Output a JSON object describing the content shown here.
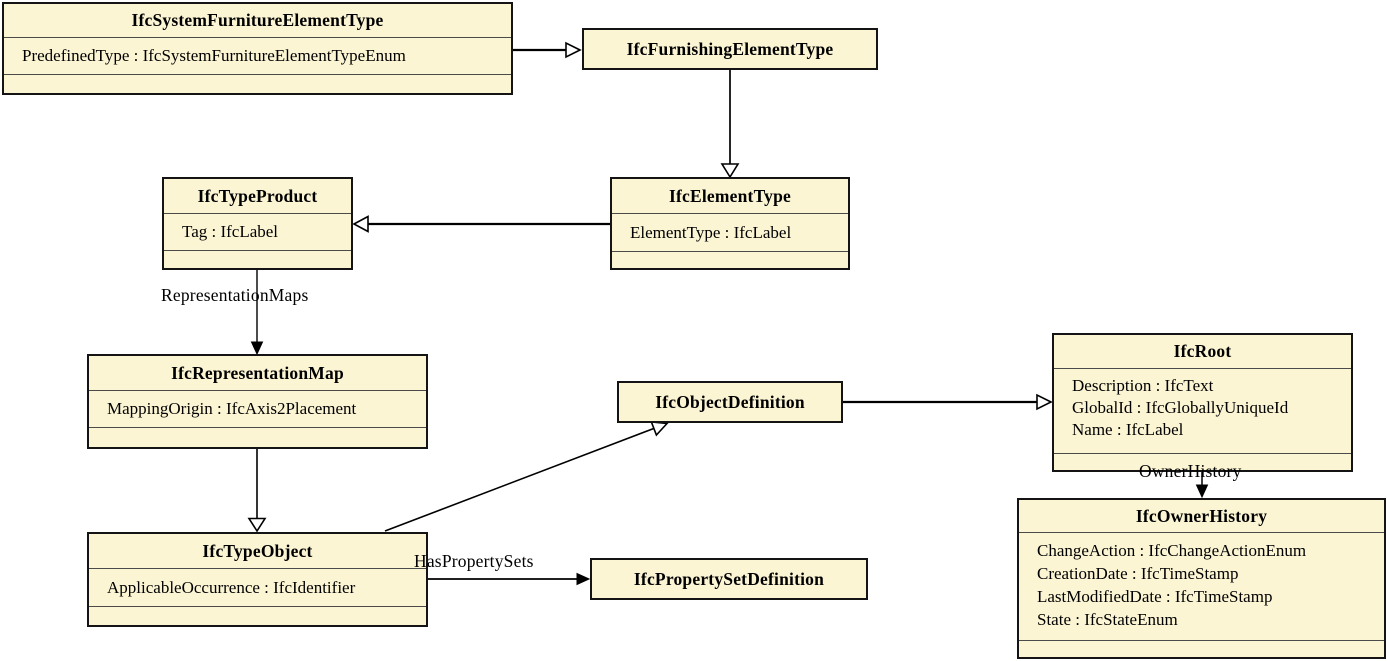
{
  "diagram": {
    "kind": "uml-class-diagram",
    "subject": "IFC furniture element type inheritance",
    "colors": {
      "box_fill": "#fbf5d4",
      "box_border": "#141414",
      "background": "#ffffff",
      "line": "#000000"
    },
    "classes": [
      {
        "name": "IfcSystemFurnitureElementType",
        "attributes": [
          "PredefinedType : IfcSystemFurnitureElementTypeEnum"
        ]
      },
      {
        "name": "IfcFurnishingElementType",
        "attributes": []
      },
      {
        "name": "IfcTypeProduct",
        "attributes": [
          "Tag : IfcLabel"
        ]
      },
      {
        "name": "IfcElementType",
        "attributes": [
          "ElementType : IfcLabel"
        ]
      },
      {
        "name": "IfcRepresentationMap",
        "attributes": [
          "MappingOrigin : IfcAxis2Placement"
        ]
      },
      {
        "name": "IfcObjectDefinition",
        "attributes": []
      },
      {
        "name": "IfcRoot",
        "attributes": [
          "Description : IfcText",
          "GlobalId : IfcGloballyUniqueId",
          "Name : IfcLabel"
        ]
      },
      {
        "name": "IfcTypeObject",
        "attributes": [
          "ApplicableOccurrence : IfcIdentifier"
        ]
      },
      {
        "name": "IfcPropertySetDefinition",
        "attributes": []
      },
      {
        "name": "IfcOwnerHistory",
        "attributes": [
          "ChangeAction : IfcChangeActionEnum",
          "CreationDate : IfcTimeStamp",
          "LastModifiedDate : IfcTimeStamp",
          "State : IfcStateEnum"
        ]
      }
    ],
    "edge_labels": [
      {
        "text": "RepresentationMaps"
      },
      {
        "text": "HasPropertySets"
      },
      {
        "text": "OwnerHistory"
      }
    ],
    "relationships": [
      {
        "from": "IfcSystemFurnitureElementType",
        "to": "IfcFurnishingElementType",
        "type": "generalization"
      },
      {
        "from": "IfcFurnishingElementType",
        "to": "IfcElementType",
        "type": "generalization"
      },
      {
        "from": "IfcElementType",
        "to": "IfcTypeProduct",
        "type": "generalization"
      },
      {
        "from": "IfcTypeProduct",
        "to": "IfcRepresentationMap",
        "type": "association",
        "label": "RepresentationMaps"
      },
      {
        "from": "IfcRepresentationMap",
        "to": "IfcTypeObject",
        "type": "generalization"
      },
      {
        "from": "IfcTypeObject",
        "to": "IfcObjectDefinition",
        "type": "generalization"
      },
      {
        "from": "IfcObjectDefinition",
        "to": "IfcRoot",
        "type": "generalization"
      },
      {
        "from": "IfcRoot",
        "to": "IfcOwnerHistory",
        "type": "association",
        "label": "OwnerHistory"
      },
      {
        "from": "IfcTypeObject",
        "to": "IfcPropertySetDefinition",
        "type": "association",
        "label": "HasPropertySets"
      }
    ]
  }
}
